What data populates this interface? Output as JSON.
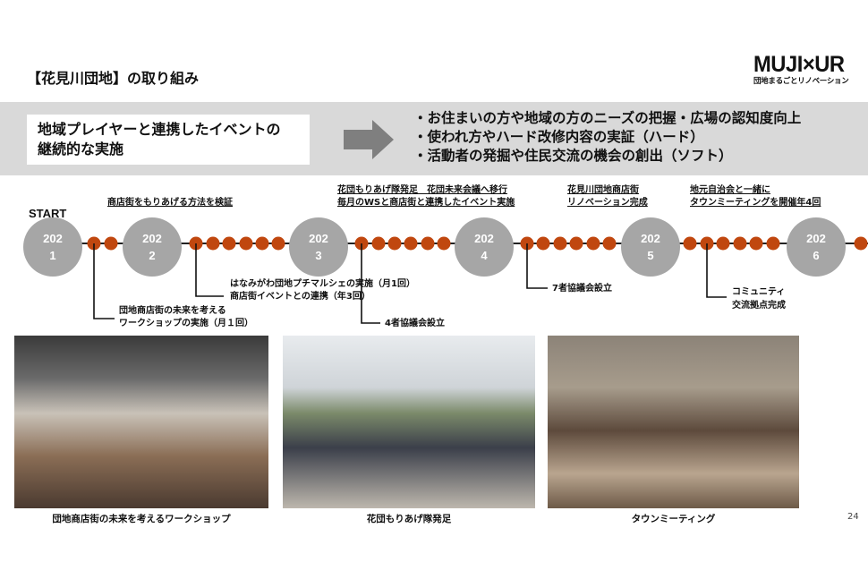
{
  "header": {
    "title": "【花見川団地】の取り組み",
    "logo_main": "MUJI×UR",
    "logo_sub": "団地まるごとリノベーション"
  },
  "summary": {
    "box_text_1": "地域プレイヤーと連携したイベントの",
    "box_text_2": "継続的な実施",
    "bullets": [
      "・お住まいの方や地域の方のニーズの把握・広場の認知度向上",
      "・使われ方やハード改修内容の実証（ハード）",
      "・活動者の発掘や住民交流の機会の創出（ソフト）"
    ]
  },
  "timeline": {
    "start_label": "START",
    "years": [
      {
        "l1": "202",
        "l2": "1"
      },
      {
        "l1": "202",
        "l2": "2"
      },
      {
        "l1": "202",
        "l2": "3"
      },
      {
        "l1": "202",
        "l2": "4"
      },
      {
        "l1": "202",
        "l2": "5"
      },
      {
        "l1": "202",
        "l2": "6"
      }
    ],
    "top_labels": {
      "y2022": "商店街をもりあげる方法を検証",
      "y2023_1": "花団もりあげ隊発足　花団未来会議へ移行",
      "y2023_2": "毎月のWSと商店街と連携したイベント実施",
      "y2024_1": "花見川団地商店街",
      "y2024_2": "リノベーション完成",
      "y2025_1": "地元自治会と一緒に",
      "y2025_2": "タウンミーティングを開催年4回"
    },
    "events": {
      "ws_1": "団地商店街の未来を考える",
      "ws_2": "ワークショップの実施（月１回）",
      "marche_1": "はなみがわ団地プチマルシェの実施（月1回）",
      "marche_2": "商店街イベントとの連携（年3回）",
      "council4": "4者協議会設立",
      "council7": "7者協議会設立",
      "community_1": "コミュニティ",
      "community_2": "交流拠点完成"
    },
    "accent": "#c0470f",
    "circle": "#a6a6a6"
  },
  "photos": [
    {
      "caption": "団地商店街の未来を考えるワークショップ"
    },
    {
      "caption": "花団もりあげ隊発足"
    },
    {
      "caption": "タウンミーティング"
    }
  ],
  "page_number": "24"
}
